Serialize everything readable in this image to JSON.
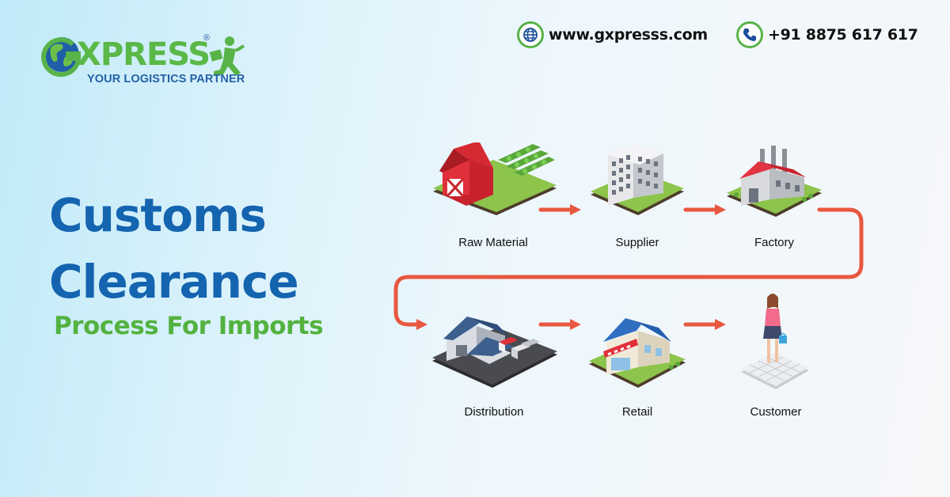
{
  "brand": {
    "logo_word": "XPRESS",
    "logo_tagline": "YOUR LOGISTICS PARTNER",
    "registered_mark": "®",
    "colors": {
      "green": "#58b348",
      "blue": "#1464b0",
      "arrow": "#e8573f"
    }
  },
  "contact": {
    "website": "www.gxpresss.com",
    "website_icon": "globe-icon",
    "phone": "+91 8875 617 617",
    "phone_icon": "phone-icon"
  },
  "headline": {
    "line1": "Customs",
    "line2": "Clearance",
    "subtitle": "Process For Imports"
  },
  "flow": {
    "steps": [
      {
        "label": "Raw Material",
        "icon": "barn-farm-icon"
      },
      {
        "label": "Supplier",
        "icon": "office-building-icon"
      },
      {
        "label": "Factory",
        "icon": "factory-icon"
      },
      {
        "label": "Distribution",
        "icon": "warehouse-icon"
      },
      {
        "label": "Retail",
        "icon": "store-icon"
      },
      {
        "label": "Customer",
        "icon": "shopper-icon"
      }
    ],
    "connector_color": "#e8573f"
  }
}
